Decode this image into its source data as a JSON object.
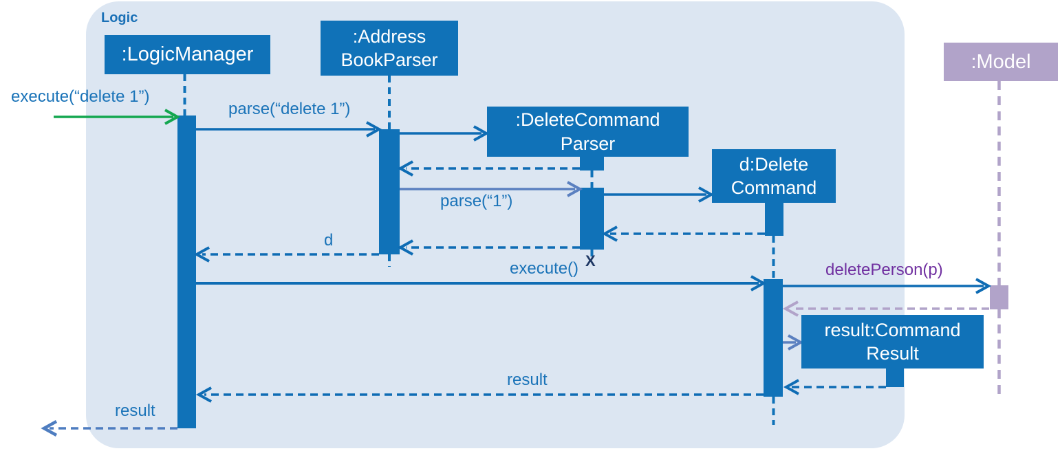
{
  "diagram": {
    "type": "uml-sequence-diagram",
    "frame_label": "Logic",
    "actors": [
      {
        "name": "logic-manager",
        "lines": [
          ":LogicManager",
          ""
        ]
      },
      {
        "name": "address-book-parser",
        "lines": [
          ":Address",
          "BookParser"
        ]
      },
      {
        "name": "delete-command-parser",
        "lines": [
          ":DeleteCommand",
          "Parser"
        ]
      },
      {
        "name": "delete-command",
        "lines": [
          "d:Delete",
          "Command"
        ]
      },
      {
        "name": "command-result",
        "lines": [
          "result:Command",
          "Result"
        ]
      },
      {
        "name": "model",
        "lines": [
          ":Model",
          ""
        ]
      }
    ],
    "messages": {
      "execute_cmd": "execute(“delete 1”)",
      "parse_cmd": "parse(“delete 1”)",
      "parse_1": "parse(“1”)",
      "return_d": "d",
      "execute": "execute()",
      "delete_person": "deletePerson(p)",
      "result_inner": "result",
      "result_outer": "result"
    },
    "destroy_marker": "X",
    "colors": {
      "logic_fill": "#1072B8",
      "model_fill": "#B1A3C9",
      "frame_fill": "#DCE6F2",
      "label_blue": "#1A73B8",
      "arrow_blue": "#0E6CB4",
      "muted_blue": "#5B80C0",
      "exit_blue": "#4E7DC0",
      "green": "#14A750",
      "purple_text": "#7030A0",
      "destroy": "#1F3864"
    }
  }
}
